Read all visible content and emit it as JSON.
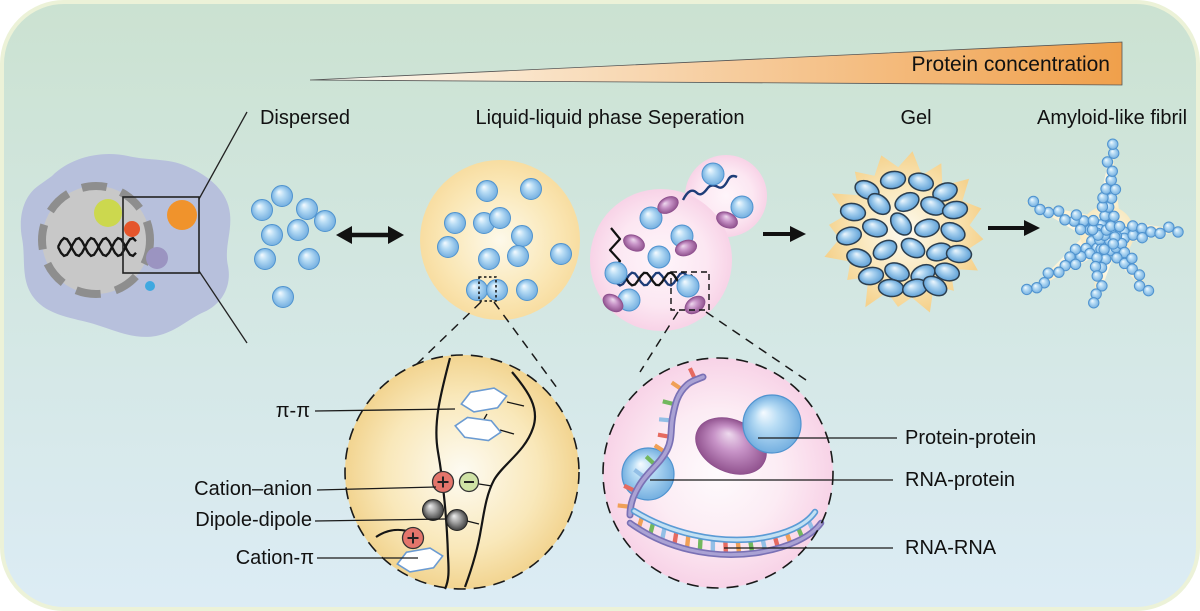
{
  "figure": {
    "concentration_label": "Protein concentration",
    "stages": [
      "Dispersed",
      "Liquid-liquid phase Seperation",
      "Gel",
      "Amyloid-like fibril"
    ],
    "droplet_interactions": [
      "π-π",
      "Cation–anion",
      "Dipole-dipole",
      "Cation-π"
    ],
    "condensate_interactions": [
      "Protein-protein",
      "RNA-protein",
      "RNA-RNA"
    ]
  },
  "colors": {
    "background_top": "#cbe2d1",
    "background_bottom": "#dcecf5",
    "frame_border": "#ecf2d8",
    "wedge_start": "#fdfcf6",
    "wedge_end": "#f0a04b",
    "droplet_yellow": "#f8dda1",
    "droplet_pink": "#f8d3e7",
    "protein_blue": "#74afe0",
    "protein_stroke": "#4f93cf",
    "oval_purple": "#a766a7",
    "gel_burst": "#f5d28e",
    "fibril_glow": "#f7e9c2",
    "cell_body": "#b7c0dc",
    "nucleus": "#c8c8c8",
    "nucleus_border": "#8e8e8e",
    "nucleolus": "#ccd84e",
    "dot_orange": "#f0932c",
    "dot_red_orange": "#e5552b",
    "dot_purple": "#9b94c1",
    "dot_blue": "#3fa8e0",
    "cation_red": "#e4756b",
    "anion_green": "#cfe2a5",
    "rna_purple": "#7a71b5",
    "rna_blue": "#5b9bd5",
    "base_colors": [
      "#e66a60",
      "#f0a057",
      "#72b85e",
      "#93bfe6"
    ],
    "text": "#111111",
    "line_black": "#1a1a1a"
  }
}
